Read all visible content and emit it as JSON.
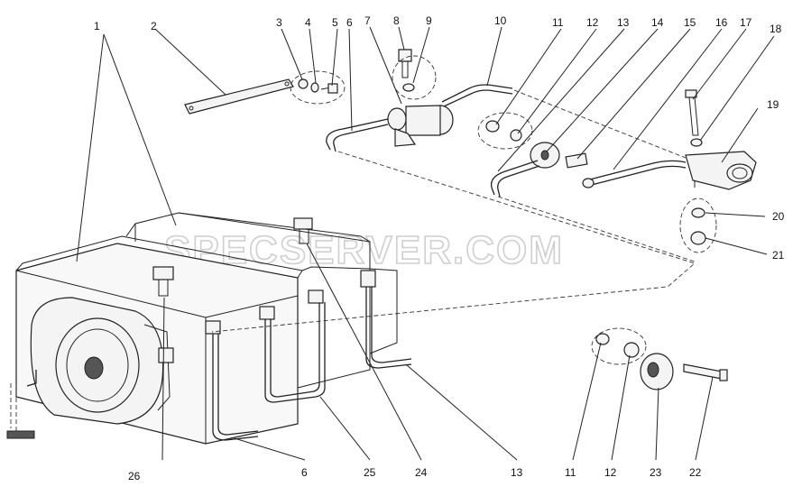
{
  "watermark": "SPECSERVER.COM",
  "callouts": {
    "c1": "1",
    "c2": "2",
    "c3": "3",
    "c4": "4",
    "c5": "5",
    "c6": "6",
    "c7": "7",
    "c8": "8",
    "c9": "9",
    "c10": "10",
    "c11": "11",
    "c12": "12",
    "c13": "13",
    "c14": "14",
    "c15": "15",
    "c16": "16",
    "c17": "17",
    "c18": "18",
    "c19": "19",
    "c20": "20",
    "c21": "21",
    "b6": "6",
    "b11": "11",
    "b12": "12",
    "b13": "13",
    "b22": "22",
    "b23": "23",
    "b24": "24",
    "b25": "25",
    "b26": "26"
  }
}
